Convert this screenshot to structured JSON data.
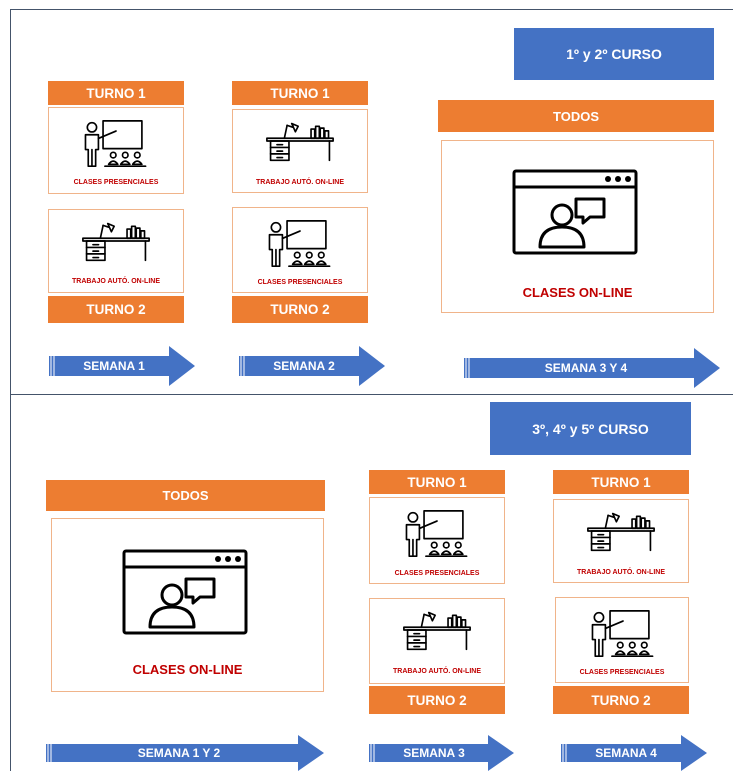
{
  "colors": {
    "course_blue": "#4472C4",
    "turno_orange": "#ED7D31",
    "label_red": "#C00000",
    "frame_line": "#44546A"
  },
  "section1": {
    "course_label": "1º y 2º CURSO",
    "week1": {
      "turno_top": "TURNO 1",
      "card_top": {
        "icon": "teacher-presentation-icon",
        "label": "CLASES PRESENCIALES"
      },
      "card_bottom": {
        "icon": "desk-workspace-icon",
        "label": "TRABAJO AUTÓ. ON-LINE"
      },
      "turno_bottom": "TURNO 2",
      "arrow_label": "SEMANA 1"
    },
    "week2": {
      "turno_top": "TURNO 1",
      "card_top": {
        "icon": "desk-workspace-icon",
        "label": "TRABAJO AUTÓ. ON-LINE"
      },
      "card_bottom": {
        "icon": "teacher-presentation-icon",
        "label": "CLASES PRESENCIALES"
      },
      "turno_bottom": "TURNO 2",
      "arrow_label": "SEMANA 2"
    },
    "weeks34": {
      "header": "TODOS",
      "card": {
        "icon": "video-call-icon",
        "label": "CLASES ON-LINE"
      },
      "arrow_label": "SEMANA 3 Y 4"
    }
  },
  "section2": {
    "course_label": "3º, 4º y 5º CURSO",
    "weeks12": {
      "header": "TODOS",
      "card": {
        "icon": "video-call-icon",
        "label": "CLASES ON-LINE"
      },
      "arrow_label": "SEMANA 1 Y 2"
    },
    "week3": {
      "turno_top": "TURNO 1",
      "card_top": {
        "icon": "teacher-presentation-icon",
        "label": "CLASES PRESENCIALES"
      },
      "card_bottom": {
        "icon": "desk-workspace-icon",
        "label": "TRABAJO AUTÓ. ON-LINE"
      },
      "turno_bottom": "TURNO 2",
      "arrow_label": "SEMANA 3"
    },
    "week4": {
      "turno_top": "TURNO 1",
      "card_top": {
        "icon": "desk-workspace-icon",
        "label": "TRABAJO AUTÓ. ON-LINE"
      },
      "card_bottom": {
        "icon": "teacher-presentation-icon",
        "label": "CLASES PRESENCIALES"
      },
      "turno_bottom": "TURNO 2",
      "arrow_label": "SEMANA 4"
    }
  }
}
